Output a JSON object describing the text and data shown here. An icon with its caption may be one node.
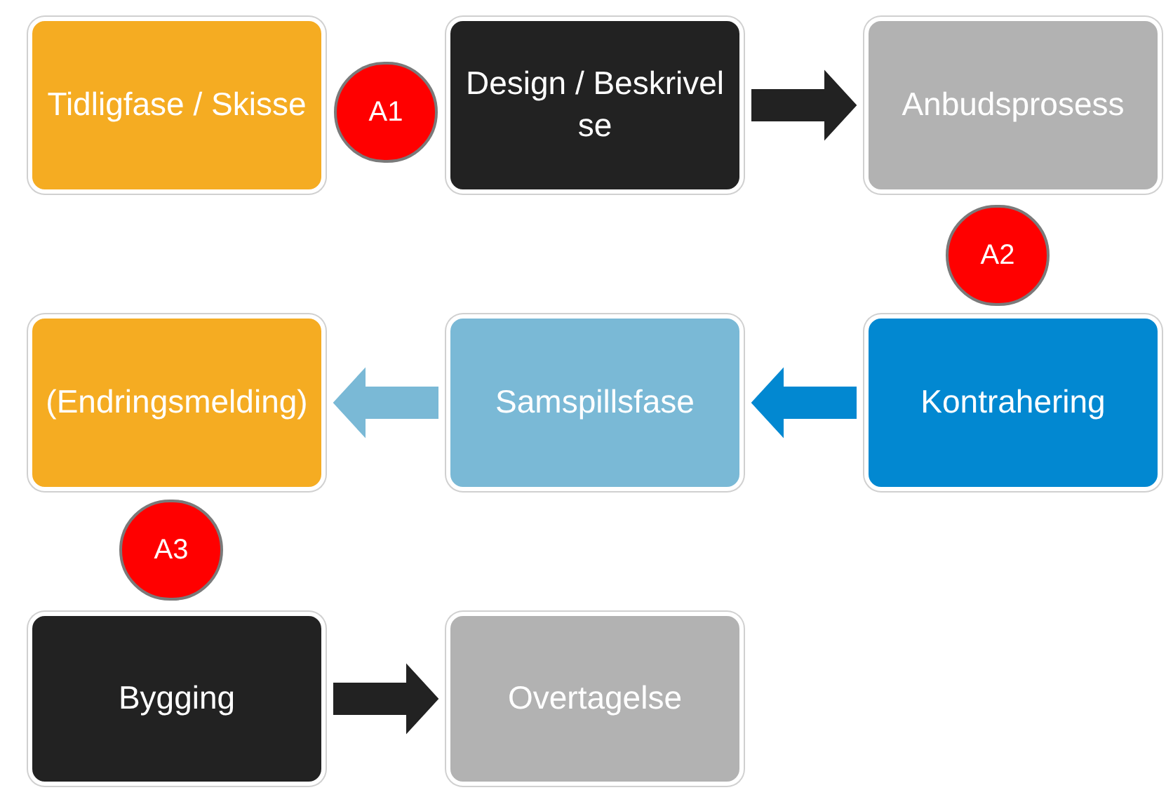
{
  "diagram": {
    "nodes": [
      {
        "text": [
          "Tidligfase / Skisse"
        ]
      },
      {
        "text": [
          "A1"
        ]
      },
      {
        "text": [
          "Design / Beskrivelse"
        ]
      },
      {
        "text": [
          "Anbudsprosess"
        ]
      },
      {
        "text": [
          "A2"
        ]
      },
      {
        "text": [
          "(Endringsmelding)"
        ]
      },
      {
        "text": [
          "Samspillsfase"
        ]
      },
      {
        "text": [
          "Kontrahering"
        ]
      },
      {
        "text": [
          "A3"
        ]
      },
      {
        "text": [
          "Bygging"
        ]
      },
      {
        "text": [
          "Overtagelse"
        ]
      }
    ],
    "edges": [
      {
        "from": 2,
        "to": 3,
        "arrow": "to"
      },
      {
        "from": 7,
        "to": 6,
        "arrow": "to",
        "color": "#0288d1"
      },
      {
        "from": 6,
        "to": 5,
        "arrow": "to",
        "color": "#7ab9d6"
      },
      {
        "from": 9,
        "to": 10,
        "arrow": "to"
      }
    ]
  }
}
